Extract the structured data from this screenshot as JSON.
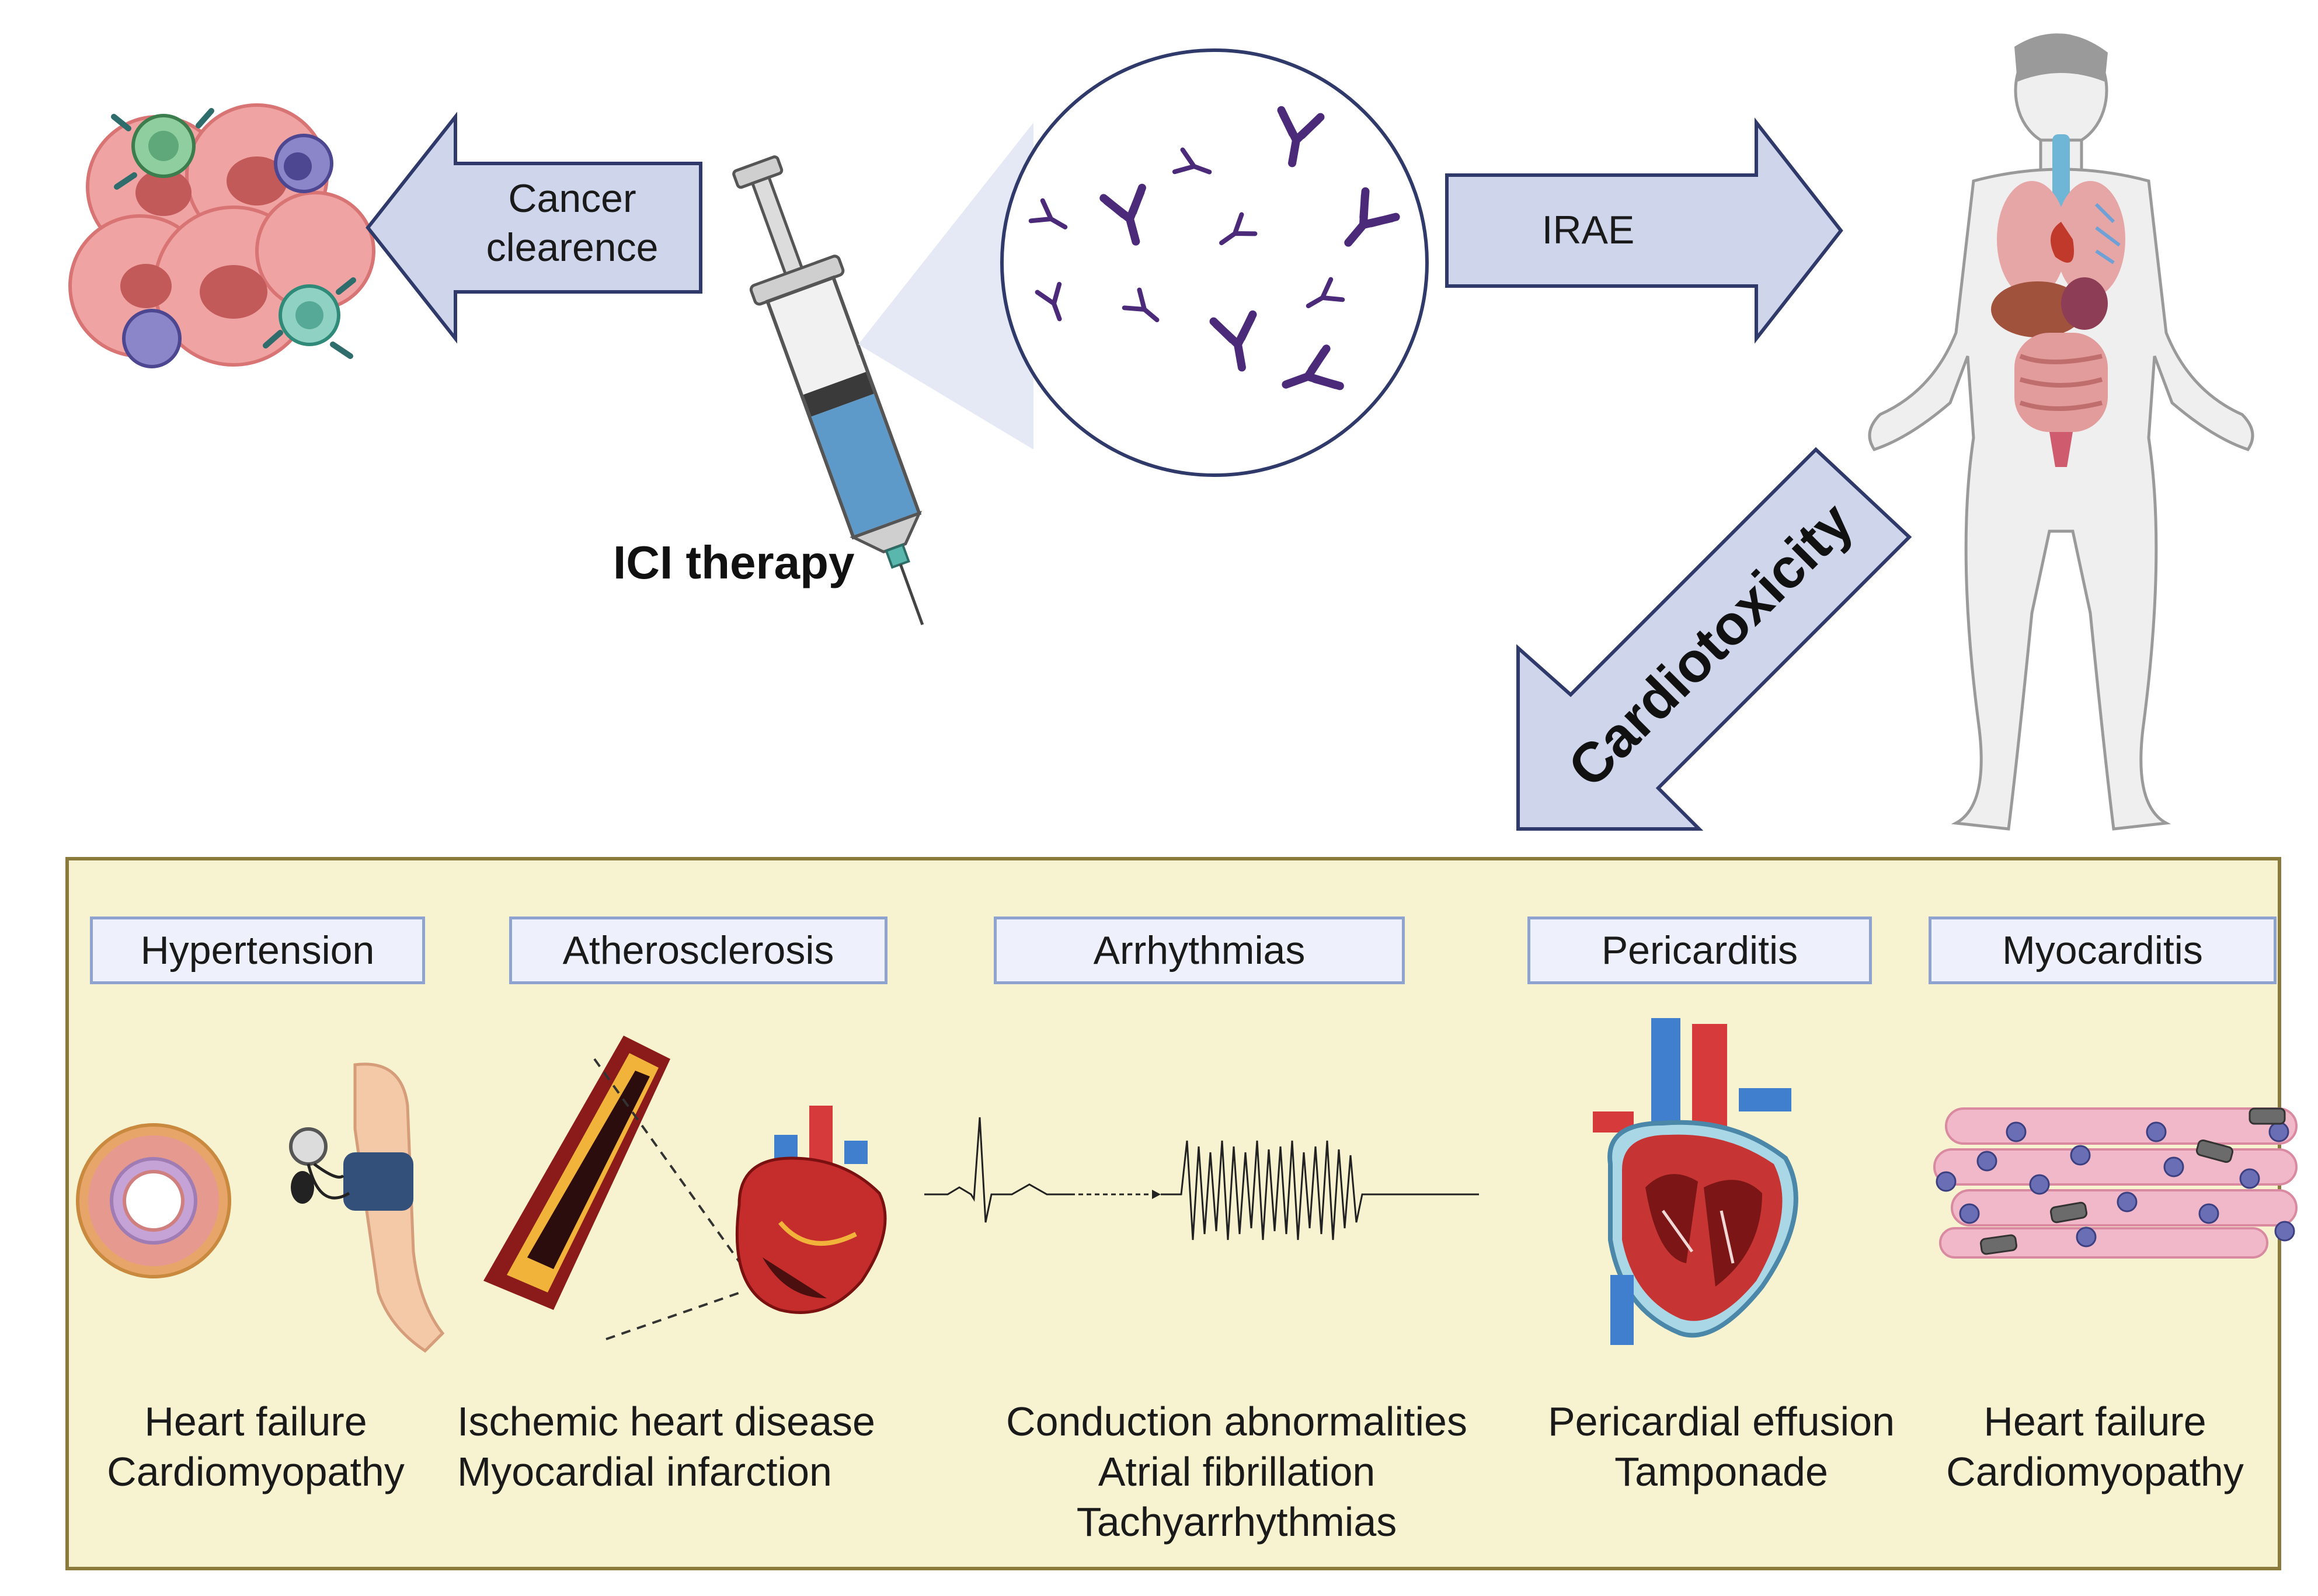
{
  "top": {
    "cancer_arrow_label": [
      "Cancer",
      "clearence"
    ],
    "irae_arrow_label": "IRAE",
    "ici_label": "ICI therapy",
    "cardiotoxicity_label": "Cardiotoxicity"
  },
  "conditions": [
    {
      "name": "Hypertension",
      "outcomes": [
        "Heart failure",
        "Cardiomyopathy"
      ]
    },
    {
      "name": "Atherosclerosis",
      "outcomes": [
        "Ischemic heart disease",
        "Myocardial infarction"
      ]
    },
    {
      "name": "Arrhythmias",
      "outcomes": [
        "Conduction abnormalities",
        "Atrial fibrillation",
        "Tachyarrhythmias"
      ]
    },
    {
      "name": "Pericarditis",
      "outcomes": [
        "Pericardial effusion",
        "Tamponade"
      ]
    },
    {
      "name": "Myocarditis",
      "outcomes": [
        "Heart failure",
        "Cardiomyopathy"
      ]
    }
  ],
  "colors": {
    "arrow_fill": "#cfd6ec",
    "arrow_stroke": "#2f3a6b",
    "panel_bg": "#f7f2cf",
    "panel_border": "#8a7a3c",
    "antibody": "#4b2a7a",
    "tumor": "#e88f8f"
  },
  "icons": {
    "tumor": "tumor-cluster-icon",
    "syringe": "syringe-icon",
    "antibodies": "antibody-circle-icon",
    "human": "human-body-icon",
    "vessel": "blood-vessel-icon",
    "bp_cuff": "blood-pressure-cuff-icon",
    "artery": "atherosclerotic-artery-icon",
    "heart": "heart-icon",
    "ecg": "ecg-trace-icon",
    "heart_section": "heart-cross-section-icon",
    "myocardium": "myocardial-tissue-icon"
  }
}
